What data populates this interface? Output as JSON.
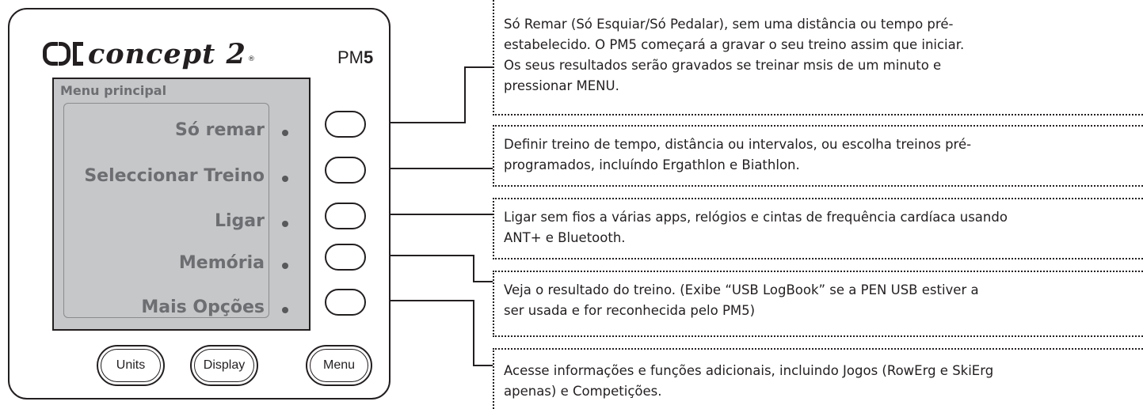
{
  "device": {
    "brand": "concept 2",
    "model_prefix": "PM",
    "model_number": "5"
  },
  "screen": {
    "title": "Menu principal",
    "items": [
      {
        "label": "Só remar"
      },
      {
        "label": "Seleccionar Treino"
      },
      {
        "label": "Ligar"
      },
      {
        "label": "Memória"
      },
      {
        "label": "Mais Opções"
      }
    ]
  },
  "buttons": {
    "units": "Units",
    "display": "Display",
    "menu": "Menu"
  },
  "callouts": [
    {
      "lines": [
        "Só Remar (Só Esquiar/Só Pedalar), sem uma distância ou tempo pré-",
        "estabelecido. O PM5 começará a gravar o seu treino assim que iniciar.",
        "Os seus resultados serão gravados se treinar msis de um minuto e",
        "pressionar MENU."
      ]
    },
    {
      "lines": [
        "Definir treino de tempo, distância ou intervalos, ou escolha treinos pré-",
        "programados, incluíndo Ergathlon e Biathlon."
      ]
    },
    {
      "lines": [
        "Ligar sem fios a várias apps, relógios e cintas de frequência cardíaca usando",
        "ANT+ e Bluetooth."
      ]
    },
    {
      "lines": [
        "Veja o resultado do treino. (Exibe “USB LogBook” se a PEN USB estiver a",
        "ser usada e for reconhecida pelo PM5)"
      ]
    },
    {
      "lines": [
        "Acesse informações e funções adicionais, incluindo Jogos (RowErg e SkiErg",
        "apenas) e Competições."
      ]
    }
  ]
}
